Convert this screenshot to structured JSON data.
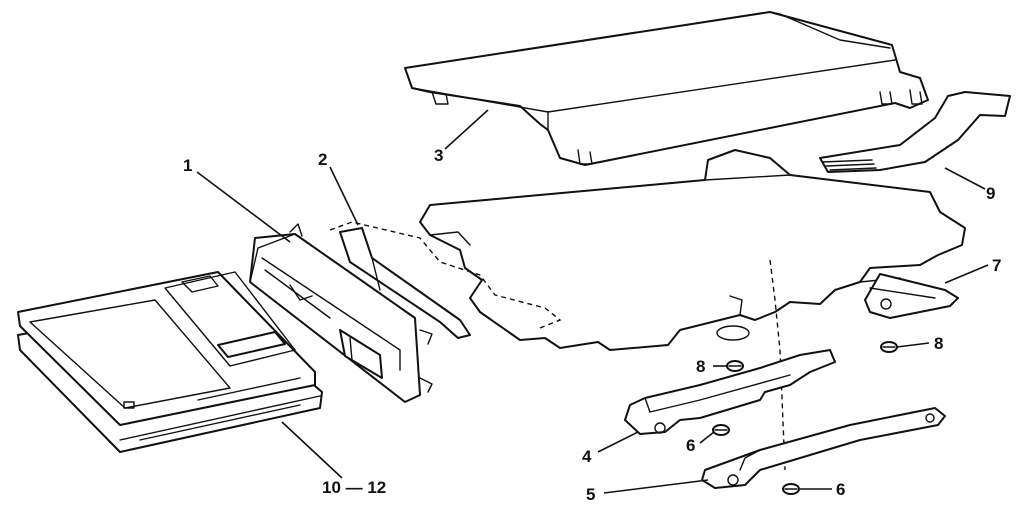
{
  "callouts": {
    "c1": "1",
    "c2": "2",
    "c3": "3",
    "c4": "4",
    "c5": "5",
    "c6a": "6",
    "c6b": "6",
    "c7": "7",
    "c8a": "8",
    "c8b": "8",
    "c9": "9",
    "c10_12": "10 — 12"
  }
}
